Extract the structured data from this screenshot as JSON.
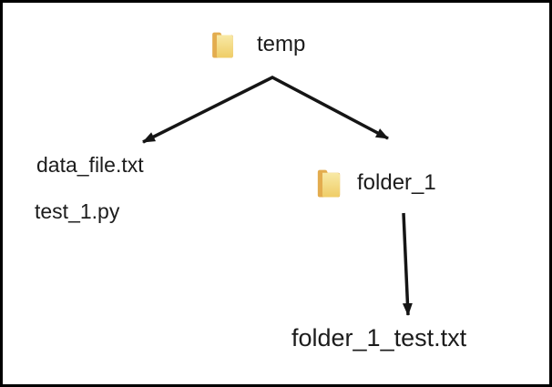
{
  "diagram": {
    "root_folder": {
      "label": "temp",
      "icon": "folder-icon"
    },
    "root_files": [
      {
        "label": "data_file.txt"
      },
      {
        "label": "test_1.py"
      }
    ],
    "subfolder": {
      "label": "folder_1",
      "icon": "folder-icon"
    },
    "subfolder_file": {
      "label": "folder_1_test.txt"
    },
    "arrows": [
      {
        "from": "temp",
        "to": "data_file.txt"
      },
      {
        "from": "temp",
        "to": "folder_1"
      },
      {
        "from": "folder_1",
        "to": "folder_1_test.txt"
      }
    ],
    "colors": {
      "background": "#ffffff",
      "border": "#000000",
      "text": "#1c1c1c",
      "arrow": "#151515",
      "folder_back": "#e3ac4e",
      "folder_front_top": "#f8e9a6",
      "folder_front_bottom": "#efcd66"
    }
  }
}
